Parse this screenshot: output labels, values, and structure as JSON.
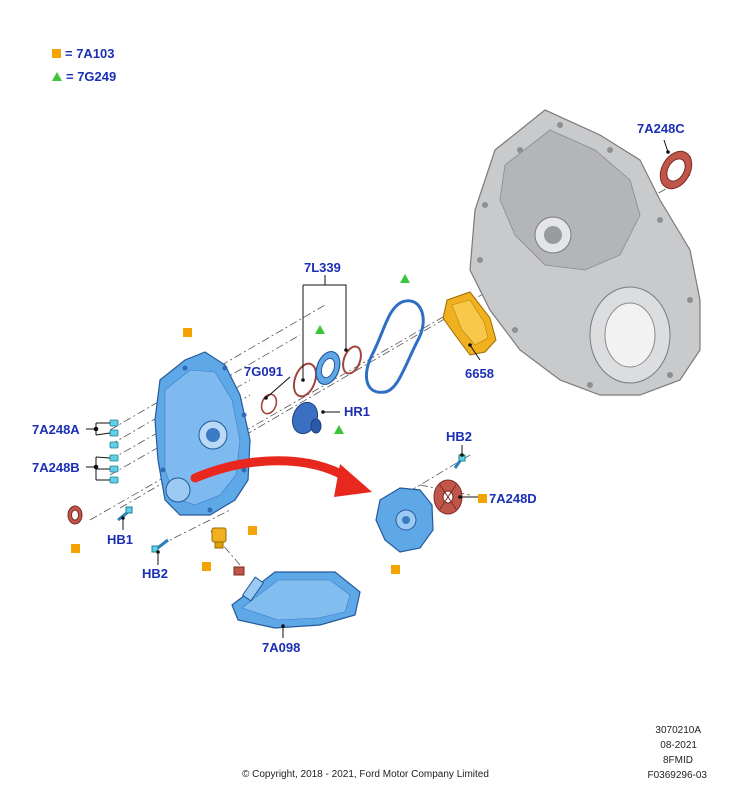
{
  "legend": [
    {
      "symbol": "square",
      "color": "#f5a300",
      "text": "= 7A103"
    },
    {
      "symbol": "triangle",
      "color": "#3cc43c",
      "text": "= 7G249"
    }
  ],
  "labels": {
    "l_7A248C": "7A248C",
    "l_7L339": "7L339",
    "l_7G091": "7G091",
    "l_HR1": "HR1",
    "l_6658": "6658",
    "l_7A248A": "7A248A",
    "l_7A248B": "7A248B",
    "l_HB2_top": "HB2",
    "l_7A248D": "7A248D",
    "l_HB1": "HB1",
    "l_HB2_bottom": "HB2",
    "l_7A098": "7A098"
  },
  "footer": {
    "copyright": "© Copyright, 2018 - 2021, Ford Motor Company Limited",
    "code1": "3070210A",
    "date": "08-2021",
    "model": "8FMID",
    "ref": "F0369296-03"
  },
  "colors": {
    "label": "#1a2fb5",
    "marker_square": "#f5a300",
    "marker_triangle": "#3cc43c",
    "part_blue": "#5fa8e8",
    "housing_gray": "#c9cacc",
    "seal_red": "#c0564a",
    "arrow_red": "#e8281f",
    "gasket_gold": "#f0b020"
  }
}
